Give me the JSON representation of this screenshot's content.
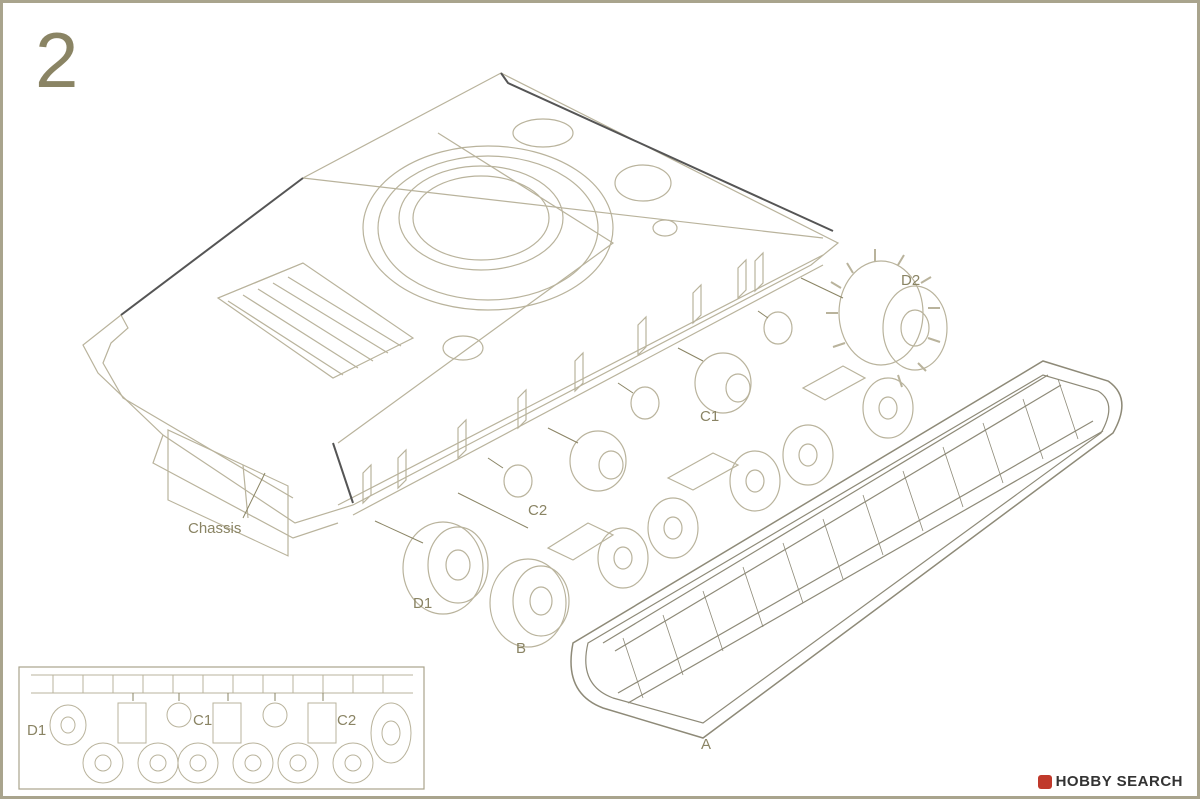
{
  "step": {
    "number": "2"
  },
  "labels": {
    "chassis": "Chassis",
    "d1": "D1",
    "d2": "D2",
    "b": "B",
    "c1": "C1",
    "c2": "C2",
    "a": "A"
  },
  "inset": {
    "d1": "D1",
    "c1": "C1",
    "c2": "C2"
  },
  "watermark": {
    "text": "HOBBY SEARCH"
  },
  "colors": {
    "frame": "#a9a48d",
    "label": "#8a8464",
    "line": "#b9b39c",
    "arrow": "#8a8464"
  }
}
